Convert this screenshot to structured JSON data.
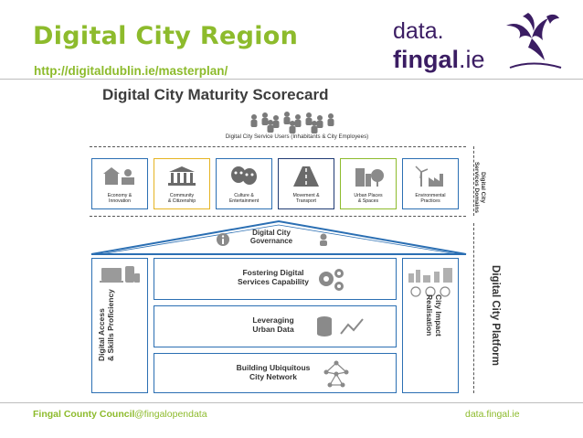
{
  "header": {
    "title": "Digital City Region",
    "url": "http://digitaldublin.ie/masterplan/",
    "logo_line1": "data.",
    "logo_fingal": "fingal",
    "logo_tld": ".ie"
  },
  "scorecard": {
    "title": "Digital City Maturity Scorecard",
    "users_label": "Digital City Service Users (Inhabitants & City Employees)",
    "domains_side_label_line1": "Digital City",
    "domains_side_label_line2": "Services Domains",
    "domains": [
      {
        "line1": "Economy &",
        "line2": "Innovation",
        "border": "#2b6fb3"
      },
      {
        "line1": "Community",
        "line2": "& Citizenship",
        "border": "#e6b422"
      },
      {
        "line1": "Culture &",
        "line2": "Entertainment",
        "border": "#2b6fb3"
      },
      {
        "line1": "Movement &",
        "line2": "Transport",
        "border": "#1f3b73"
      },
      {
        "line1": "Urban Places",
        "line2": "& Spaces",
        "border": "#8dbb2c"
      },
      {
        "line1": "Environmental",
        "line2": "Practices",
        "border": "#2b6fb3"
      }
    ],
    "governance_line1": "Digital City",
    "governance_line2": "Governance",
    "left_pillar_line1": "Digital Access",
    "left_pillar_line2": "& Skills Proficiency",
    "right_pillar_line1": "City Impact",
    "right_pillar_line2": "Realisation",
    "center_rows": [
      {
        "line1": "Fostering Digital",
        "line2": "Services Capability",
        "icon": "gears-icon"
      },
      {
        "line1": "Leveraging",
        "line2": "Urban Data",
        "icon": "database-icon"
      },
      {
        "line1": "Building Ubiquitous",
        "line2": "City Network",
        "icon": "network-icon"
      }
    ],
    "platform_label": "Digital City Platform"
  },
  "footer": {
    "org": "Fingal County Council",
    "handle": "@fingalopendata",
    "site": "data.fingal.ie"
  },
  "colors": {
    "brand_green": "#8dbb2c",
    "brand_purple": "#3b1d63",
    "diagram_blue": "#2b6fb3"
  }
}
